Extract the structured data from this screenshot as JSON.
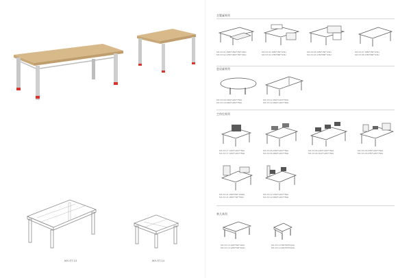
{
  "left_page": {
    "sketch_labels": [
      "MX-ST-13",
      "MX-ST-14"
    ]
  },
  "right_page": {
    "sections": [
      {
        "title": "主管桌系列",
        "products": [
          {
            "codes": [
              "MX-ST-01  1580*1800*780*720H",
              "MX-ST-02  1780*1800*780*720H"
            ]
          },
          {
            "codes": [
              "MX-ST-03  1580*780*720H",
              "MX-ST-04  1780*880*720H"
            ]
          },
          {
            "codes": [
              "MX-ST-05  1580*780*720H",
              "MX-ST-06  1780*880*720H"
            ]
          },
          {
            "codes": [
              "MX-ST-07  1580*780*720H",
              "MX-ST-08  1780*880*720H"
            ]
          }
        ]
      },
      {
        "title": "会议桌系列",
        "products": [
          {
            "codes": [
              "MX-ST-09  2400*1200*750H",
              "MX-ST-10  2800*1400*750H"
            ]
          },
          {
            "codes": [
              "MX-ST-11  2400*1200*750H",
              "MX-ST-12  2800*1400*750H"
            ]
          }
        ]
      },
      {
        "title": "工作位系列",
        "products": [
          {
            "codes": [
              "MX-ST-17  1400*1200*750H",
              "MX-ST-17  1200*1200*750H"
            ]
          },
          {
            "codes": [
              "MX-ST-05  2400*1200*750H",
              "MX-ST-06  2800*1200*750H"
            ]
          },
          {
            "codes": [
              "MX-ST-06  2400*1200*750H",
              "MX-ST-06  4100*1200*750H"
            ]
          },
          {
            "codes": [
              "MX-ST-18  2780*1200*750H",
              "MX-ST-18  2780*1200*750H"
            ]
          },
          {
            "codes": [
              "MX-ST-21  1580*860*1600H",
              "MX-ST-21  1800*760*750H"
            ]
          },
          {
            "codes": [
              "MX-ST-12  2400*1200*750H",
              "MX-ST-12  2800*1200*750H"
            ]
          }
        ]
      },
      {
        "title": "茶几系列",
        "products": [
          {
            "codes": [
              "MX-ST-13  1180*590*420H",
              "MX-ST-13  1280*590*420H"
            ]
          },
          {
            "codes": [
              "MX-ST-14  580*580*420H",
              "MX-ST-14  600*600*420H"
            ]
          }
        ]
      }
    ]
  }
}
